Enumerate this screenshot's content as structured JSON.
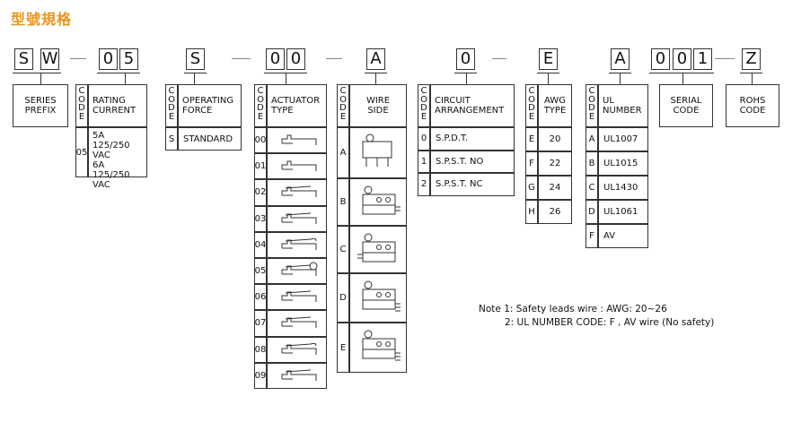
{
  "title": "型號規格",
  "code_chars": [
    "S",
    "W",
    "0",
    "5",
    "S",
    "0",
    "0",
    "A",
    "0",
    "E",
    "A",
    "0",
    "0",
    "1",
    "Z"
  ],
  "code_word": "CODE",
  "labels": {
    "series_prefix": "SERIES\nPREFIX",
    "rating_current": "RATING\nCURRENT",
    "operating_force": "OPERATING\nFORCE",
    "actuator_type": "ACTUATOR\nTYPE",
    "wire_side": "WIRE\nSIDE",
    "circuit_arrangement": "CIRCUIT\nARRANGEMENT",
    "awg_type": "AWG\nTYPE",
    "ul_number": "UL\nNUMBER",
    "serial_code": "SERIAL\nCODE",
    "rohs_code": "ROHS\nCODE"
  },
  "rating": {
    "code": "05",
    "lines": "5A\n125/250 VAC\n6A\n125/250 VAC"
  },
  "force": {
    "code": "S",
    "value": "STANDARD"
  },
  "actuator_codes": [
    "00",
    "01",
    "02",
    "03",
    "04",
    "05",
    "06",
    "07",
    "08",
    "09"
  ],
  "wire_codes": [
    "A",
    "B",
    "C",
    "D",
    "E"
  ],
  "circuit": [
    {
      "code": "0",
      "value": "S.P.D.T."
    },
    {
      "code": "1",
      "value": "S.P.S.T. NO"
    },
    {
      "code": "2",
      "value": "S.P.S.T. NC"
    }
  ],
  "awg": [
    {
      "code": "E",
      "value": "20"
    },
    {
      "code": "F",
      "value": "22"
    },
    {
      "code": "G",
      "value": "24"
    },
    {
      "code": "H",
      "value": "26"
    }
  ],
  "ul": [
    {
      "code": "A",
      "value": "UL1007"
    },
    {
      "code": "B",
      "value": "UL1015"
    },
    {
      "code": "C",
      "value": "UL1430"
    },
    {
      "code": "D",
      "value": "UL1061"
    },
    {
      "code": "F",
      "value": "AV"
    }
  ],
  "notes": {
    "line1": "Note  1: Safety leads wire : AWG: 20~26",
    "line2": "2: UL NUMBER CODE: F , AV wire (No safety)"
  },
  "colors": {
    "title": "#e8951c",
    "line": "#333333"
  }
}
